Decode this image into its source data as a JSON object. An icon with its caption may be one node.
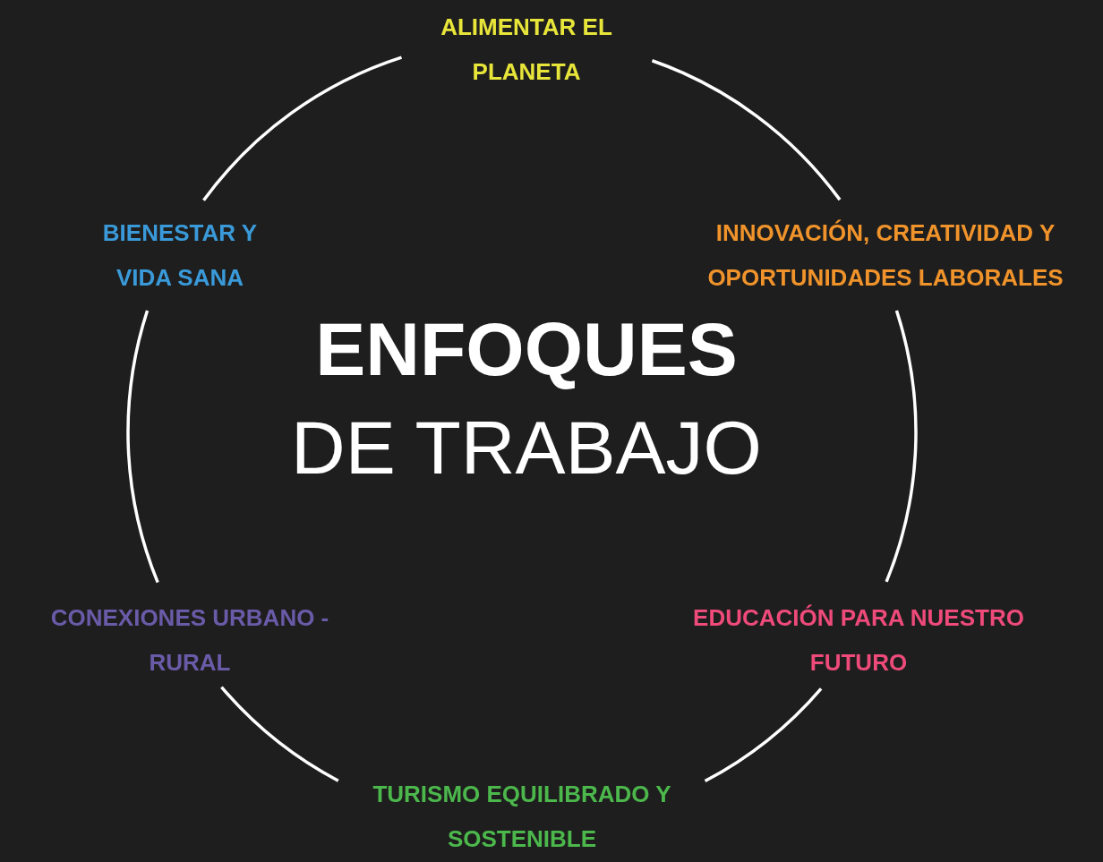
{
  "diagram": {
    "title": "**ENFOQUES** DE TRABAJO",
    "nodes": [
      {
        "text": [
          "ALIMENTAR EL PLANETA"
        ]
      },
      {
        "text": [
          "INNOVACIÓN, CREATIVIDAD Y OPORTUNIDADES LABORALES"
        ]
      },
      {
        "text": [
          "EDUCACIÓN PARA NUESTRO FUTURO"
        ]
      },
      {
        "text": [
          "TURISMO EQUILIBRADO Y SOSTENIBLE"
        ]
      },
      {
        "text": [
          "CONEXIONES URBANO - RURAL"
        ]
      },
      {
        "text": [
          "BIENESTAR Y VIDA SANA"
        ]
      }
    ],
    "edges": [
      {
        "from": 0,
        "to": 1,
        "arrow": "none"
      },
      {
        "from": 1,
        "to": 2,
        "arrow": "none"
      },
      {
        "from": 2,
        "to": 3,
        "arrow": "none"
      },
      {
        "from": 3,
        "to": 4,
        "arrow": "none"
      },
      {
        "from": 4,
        "to": 5,
        "arrow": "none"
      },
      {
        "from": 5,
        "to": 0,
        "arrow": "none"
      }
    ]
  }
}
